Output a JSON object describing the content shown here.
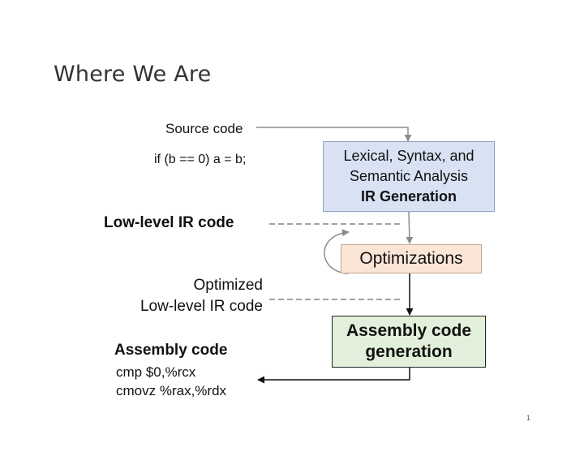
{
  "slide": {
    "title": "Where We Are",
    "page_number": "1"
  },
  "source": {
    "label": "Source code",
    "code": "if (b == 0) a = b;"
  },
  "analysis_box": {
    "line1": "Lexical, Syntax, and",
    "line2": "Semantic Analysis",
    "line3": "IR Generation"
  },
  "ir": {
    "label": "Low-level IR code"
  },
  "optimizations_box": {
    "label": "Optimizations"
  },
  "optimized_ir": {
    "line1": "Optimized",
    "line2": "Low-level IR code"
  },
  "assembly_box": {
    "line1": "Assembly code",
    "line2": "generation"
  },
  "assembly_output": {
    "label": "Assembly code",
    "line1": "cmp $0,%rcx",
    "line2": "cmovz %rax,%rdx"
  },
  "colors": {
    "analysis_fill": "#d9e2f3",
    "optimizations_fill": "#fbe5d6",
    "assembly_fill": "#e2efda",
    "connector_gray": "#8c8c8c"
  }
}
